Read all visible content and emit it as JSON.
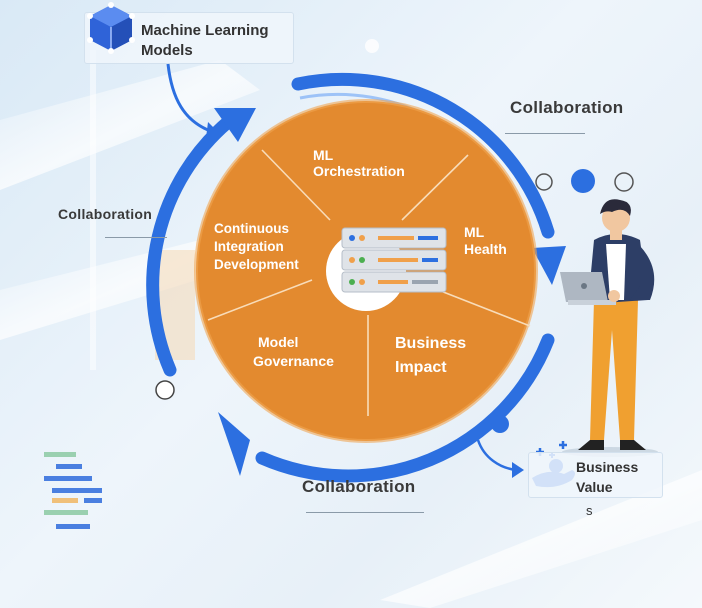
{
  "labels": {
    "ml_models_line1": "Machine Learning",
    "ml_models_line2": "Models",
    "collab_top": "Collaboration",
    "collab_left": "Collaboration",
    "collab_bottom": "Collaboration",
    "business_value_line1": "Business",
    "business_value_line2": "Value",
    "stray_char": "s"
  },
  "segments": {
    "orchestration": [
      "ML",
      "Orchestration"
    ],
    "health": [
      "ML",
      "Health"
    ],
    "ci": [
      "Continuous",
      "Integration",
      "Development"
    ],
    "governance": [
      "Model",
      "Governance"
    ],
    "impact": [
      "Business",
      "Impact"
    ]
  },
  "colors": {
    "wheel_orange": "#e38a2f",
    "arrow_blue": "#2c6fe0",
    "server_gray": "#dfe3e8"
  },
  "icons": [
    "cube-icon",
    "server-icon",
    "person-with-laptop-icon",
    "hand-sparkle-icon",
    "code-lines-icon"
  ]
}
